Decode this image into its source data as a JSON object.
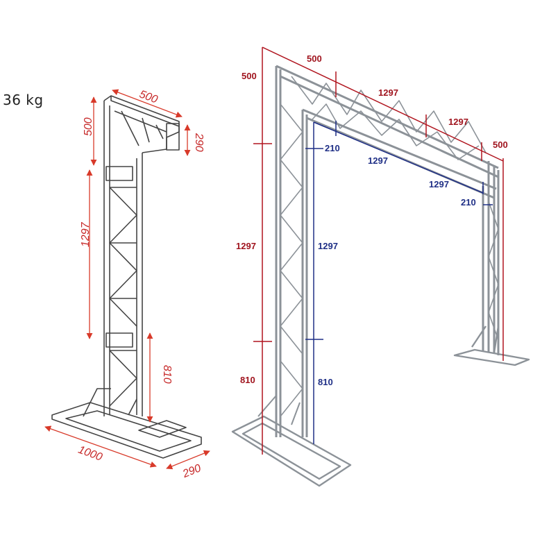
{
  "weight_label": "36 kg",
  "colors": {
    "left_dimension": "#d83a2a",
    "outer_dimension": "#b0141e",
    "inner_dimension": "#1f2f86",
    "truss": "#9aa0a6"
  },
  "left_diagram": {
    "top_width": "500",
    "top_height": "500",
    "head_depth": "290",
    "mast_height": "1297",
    "sleeve_height": "810",
    "base_length": "1000",
    "base_width": "290"
  },
  "right_diagram": {
    "outer": {
      "left_top": "500",
      "top_500": "500",
      "top_1297_a": "1297",
      "top_1297_b": "1297",
      "right_500": "500",
      "left_1297": "1297",
      "left_810": "810"
    },
    "inner": {
      "offset_left": "210",
      "span_1297_a": "1297",
      "span_1297_b": "1297",
      "offset_right": "210",
      "mast_1297": "1297",
      "sleeve_810": "810"
    }
  }
}
